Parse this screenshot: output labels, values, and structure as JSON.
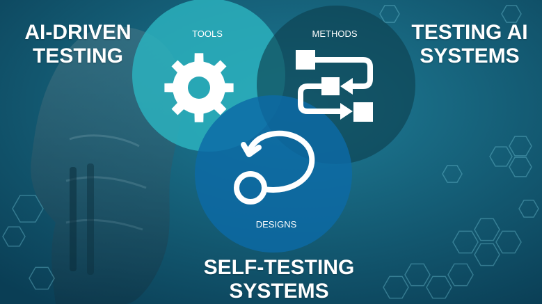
{
  "colors": {
    "background_light": "#1f7d97",
    "background_dark": "#0a3e55",
    "tools_circle": "#2cb3bf",
    "methods_circle": "#0d3f4d",
    "designs_circle": "#0c6aa6",
    "text": "#ffffff"
  },
  "diagram": {
    "type": "venn",
    "sets": [
      {
        "key": "tools",
        "label": "TOOLS",
        "icon": "gear-icon"
      },
      {
        "key": "methods",
        "label": "METHODS",
        "icon": "flowchart-icon"
      },
      {
        "key": "designs",
        "label": "DESIGNS",
        "icon": "cycle-arrow-icon"
      }
    ]
  },
  "headings": {
    "ai_driven": [
      "AI-DRIVEN",
      "TESTING"
    ],
    "testing_ai": [
      "TESTING AI",
      "SYSTEMS"
    ],
    "self_testing": [
      "SELF-TESTING",
      "SYSTEMS"
    ]
  },
  "background": {
    "decoration": [
      "robot-head-silhouette",
      "hexagon-pattern"
    ]
  }
}
